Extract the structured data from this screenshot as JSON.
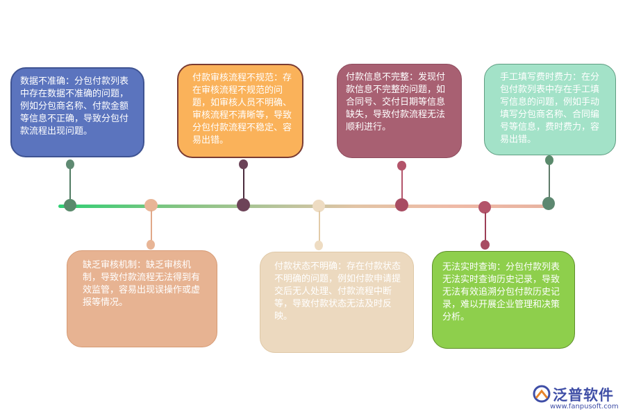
{
  "items": [
    {
      "text": "数据不准确：分包付款列表中存在数据不准确的问题，例如分包商名称、付款金额等信息不正确，导致分包付款流程出现问题。",
      "color": "#5b74be"
    },
    {
      "text": "付款审核流程不规范：存在审核流程不规范的问题，如审核人员不明确、审核流程不清晰等，导致分包付款流程不稳定、容易出错。",
      "color": "#fab25a"
    },
    {
      "text": "付款信息不完整：发现付款信息不完整的问题，如合同号、交付日期等信息缺失，导致付款流程无法顺利进行。",
      "color": "#a86072"
    },
    {
      "text": "手工填写费时费力：在分包付款列表中存在手工填写信息的问题，例如手动填写分包商名称、合同编号等信息，费时费力，容易出错。",
      "color": "#a3e2c8"
    },
    {
      "text": "缺乏审核机制：缺乏审核机制，导致付款流程无法得到有效监管，容易出现误操作或虚报等情况。",
      "color": "#e7b392"
    },
    {
      "text": "付款状态不明确：存在付款状态不明确的问题，例如付款申请提交后无人处理、付款流程中断等，导致付款状态无法及时反映。",
      "color": "#ecd9bf"
    },
    {
      "text": "无法实时查询：分包付款列表无法实时查询历史记录，导致无法有效追溯分包付款历史记录，难以开展企业管理和决策分析。",
      "color": "#8ecf4c"
    }
  ],
  "logo": {
    "name": "泛普软件",
    "url": "www.fanpusoft.com"
  }
}
